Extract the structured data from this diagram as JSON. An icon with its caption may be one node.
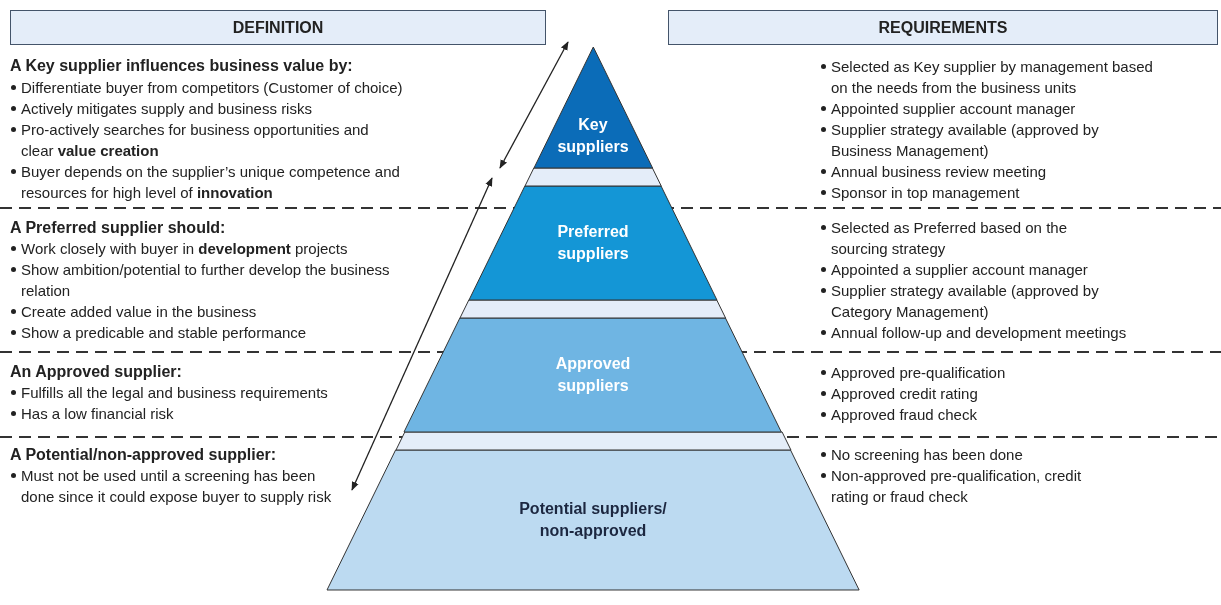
{
  "diagram": {
    "nodes": [
      {
        "text": [
          "DEFINITION"
        ]
      },
      {
        "text": [
          "REQUIREMENTS"
        ]
      },
      {
        "text": [
          "Key suppliers"
        ]
      },
      {
        "text": [],
        "shape": "band"
      },
      {
        "text": [
          "Preferred suppliers"
        ]
      },
      {
        "text": [],
        "shape": "band"
      },
      {
        "text": [
          "Approved suppliers"
        ]
      },
      {
        "text": [],
        "shape": "band"
      },
      {
        "text": [
          "Potential suppliers/ non-approved"
        ]
      }
    ],
    "edges": [],
    "labels": [
      "A Key supplier influences business value by:",
      "Differentiate buyer from competitors (Customer of choice)",
      "Actively mitigates supply and business risks",
      "Pro-actively searches for business opportunities and clear **value creation**",
      "Buyer depends on the supplier’s unique competence and resources for high level of **innovation**",
      "Selected as Key supplier by management based on the needs from the business units",
      "Appointed supplier account manager",
      "Supplier strategy available (approved by Business Management)",
      "Annual business review meeting",
      "Sponsor in top management",
      "A Preferred supplier should:",
      "Work closely with buyer in **development** projects",
      "Show ambition/potential to further develop the business relation",
      "Create added value in the business",
      "Show a predicable and stable performance",
      "Selected as Preferred based on the sourcing strategy",
      "Appointed a supplier account manager",
      "Supplier strategy available (approved by Category Management)",
      "Annual follow-up and development meetings",
      "An Approved supplier:",
      "Fulfills all the legal and business requirements",
      "Has a low financial risk",
      "Approved pre-qualification",
      "Approved credit rating",
      "Approved fraud check",
      "A Potential/non-approved supplier:",
      "Must not be used until a screening has been done since it could expose buyer to supply risk",
      "No screening has been done",
      "Non-approved pre-qualification, credit rating or fraud check"
    ]
  }
}
